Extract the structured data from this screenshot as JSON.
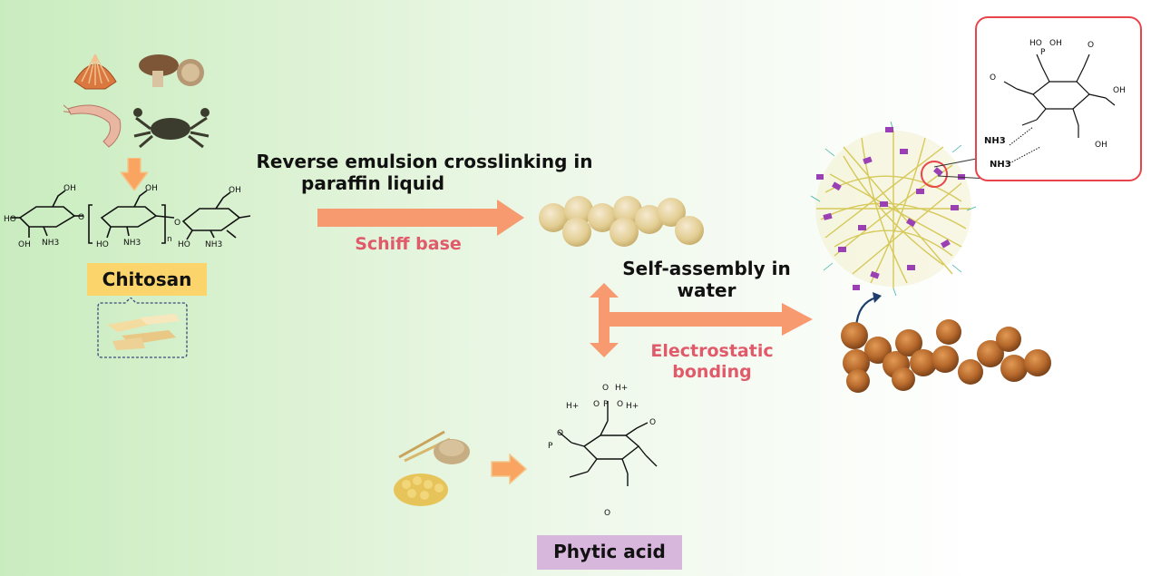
{
  "labels": {
    "chitosan": "Chitosan",
    "phytic_acid": "Phytic acid",
    "reverse_emulsion_line1": "Reverse emulsion crosslinking in",
    "reverse_emulsion_line2": "paraffin liquid",
    "schiff_base": "Schiff base",
    "self_assembly_line1": "Self-assembly in",
    "self_assembly_line2": "water",
    "electrostatic_line1": "Electrostatic",
    "electrostatic_line2": "bonding"
  },
  "chemistry": {
    "chitosan_groups": [
      "OH",
      "HO",
      "OH",
      "HO",
      "OH",
      "HO",
      "OH",
      "NH3",
      "NH3",
      "NH3",
      "n",
      "O",
      "O"
    ],
    "phytic_groups": [
      "O",
      "H+",
      "P",
      "O",
      "O",
      "H+",
      "H+",
      "O",
      "P",
      "O",
      "O"
    ],
    "inset_groups": [
      "HO",
      "P",
      "OH",
      "O",
      "O",
      "OH",
      "NH3",
      "NH3",
      "OH"
    ]
  },
  "colors": {
    "arrow": "#f79a6f",
    "chitosan_box": "#fbd56c",
    "phytic_box": "#d8b7dd",
    "red_text": "#e05a6a",
    "inset_border": "#e8444c",
    "bead": "#e7d49a",
    "particle": "#b86a2c",
    "network": "#d9cf6a",
    "purple": "#9b3fb5"
  }
}
